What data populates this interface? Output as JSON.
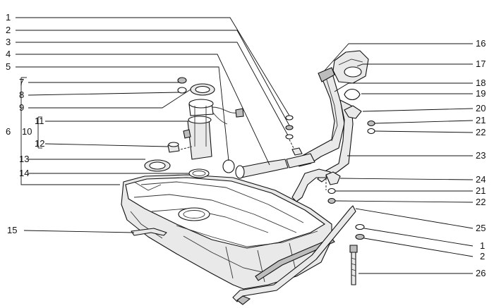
{
  "diagram": {
    "callouts_left": [
      {
        "id": "c1",
        "label": "1"
      },
      {
        "id": "c2",
        "label": "2"
      },
      {
        "id": "c3",
        "label": "3"
      },
      {
        "id": "c4",
        "label": "4"
      },
      {
        "id": "c5",
        "label": "5"
      },
      {
        "id": "c6",
        "label": "6"
      },
      {
        "id": "c7",
        "label": "7"
      },
      {
        "id": "c8",
        "label": "8"
      },
      {
        "id": "c9",
        "label": "9"
      },
      {
        "id": "c10",
        "label": "10"
      },
      {
        "id": "c11",
        "label": "11"
      },
      {
        "id": "c12",
        "label": "12"
      },
      {
        "id": "c13",
        "label": "13"
      },
      {
        "id": "c14",
        "label": "14"
      },
      {
        "id": "c15",
        "label": "15"
      }
    ],
    "callouts_right": [
      {
        "id": "r16",
        "label": "16"
      },
      {
        "id": "r17",
        "label": "17"
      },
      {
        "id": "r18",
        "label": "18"
      },
      {
        "id": "r19",
        "label": "19"
      },
      {
        "id": "r20",
        "label": "20"
      },
      {
        "id": "r21a",
        "label": "21"
      },
      {
        "id": "r22a",
        "label": "22"
      },
      {
        "id": "r23",
        "label": "23"
      },
      {
        "id": "r24",
        "label": "24"
      },
      {
        "id": "r21b",
        "label": "21"
      },
      {
        "id": "r22b",
        "label": "22"
      },
      {
        "id": "r25",
        "label": "25"
      },
      {
        "id": "r1",
        "label": "1"
      },
      {
        "id": "r2",
        "label": "2"
      },
      {
        "id": "r26",
        "label": "26"
      }
    ]
  }
}
